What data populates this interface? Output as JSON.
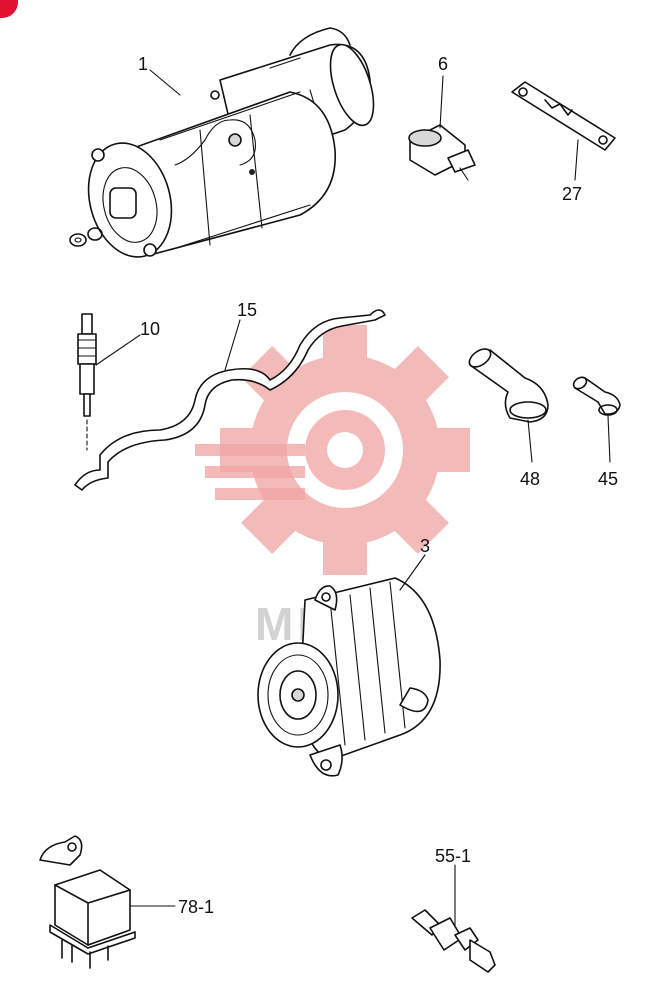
{
  "parts": [
    {
      "id": "starter",
      "label": "1"
    },
    {
      "id": "oil-pressure-switch",
      "label": "6"
    },
    {
      "id": "relay-plate",
      "label": "27"
    },
    {
      "id": "glow-plug",
      "label": "10"
    },
    {
      "id": "glow-connector",
      "label": "15"
    },
    {
      "id": "boot-large",
      "label": "48"
    },
    {
      "id": "boot-small",
      "label": "45"
    },
    {
      "id": "alternator",
      "label": "3"
    },
    {
      "id": "relay",
      "label": "78-1"
    },
    {
      "id": "temp-sensor",
      "label": "55-1"
    }
  ],
  "watermark": {
    "text": "MINEX",
    "color": "#f0a3a3"
  },
  "corner_badge_color": "#e01030"
}
